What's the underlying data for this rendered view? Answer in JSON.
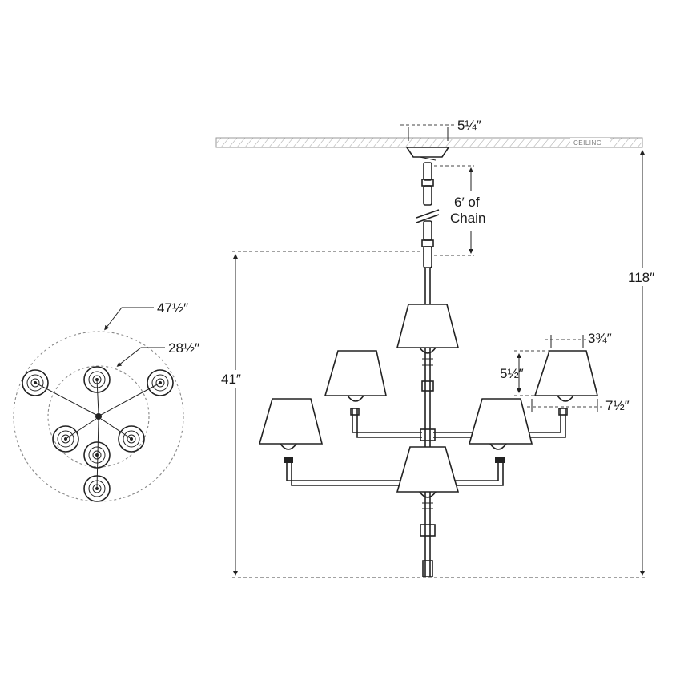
{
  "labels": {
    "canopy_width": "5¼″",
    "chain_line1": "6′ of",
    "chain_line2": "Chain",
    "overall_height": "118″",
    "fixture_height": "41″",
    "shade_top": "3¾″",
    "shade_height": "5½″",
    "shade_bottom": "7½″",
    "outer_diameter": "47½″",
    "inner_diameter": "28½″",
    "ceiling": "CEILING"
  },
  "icons": {
    "break_mark": "chain-break-icon",
    "arrow": "dimension-arrow-icon"
  },
  "colors": {
    "line": "#222222",
    "dash": "#444444",
    "background": "#ffffff"
  }
}
